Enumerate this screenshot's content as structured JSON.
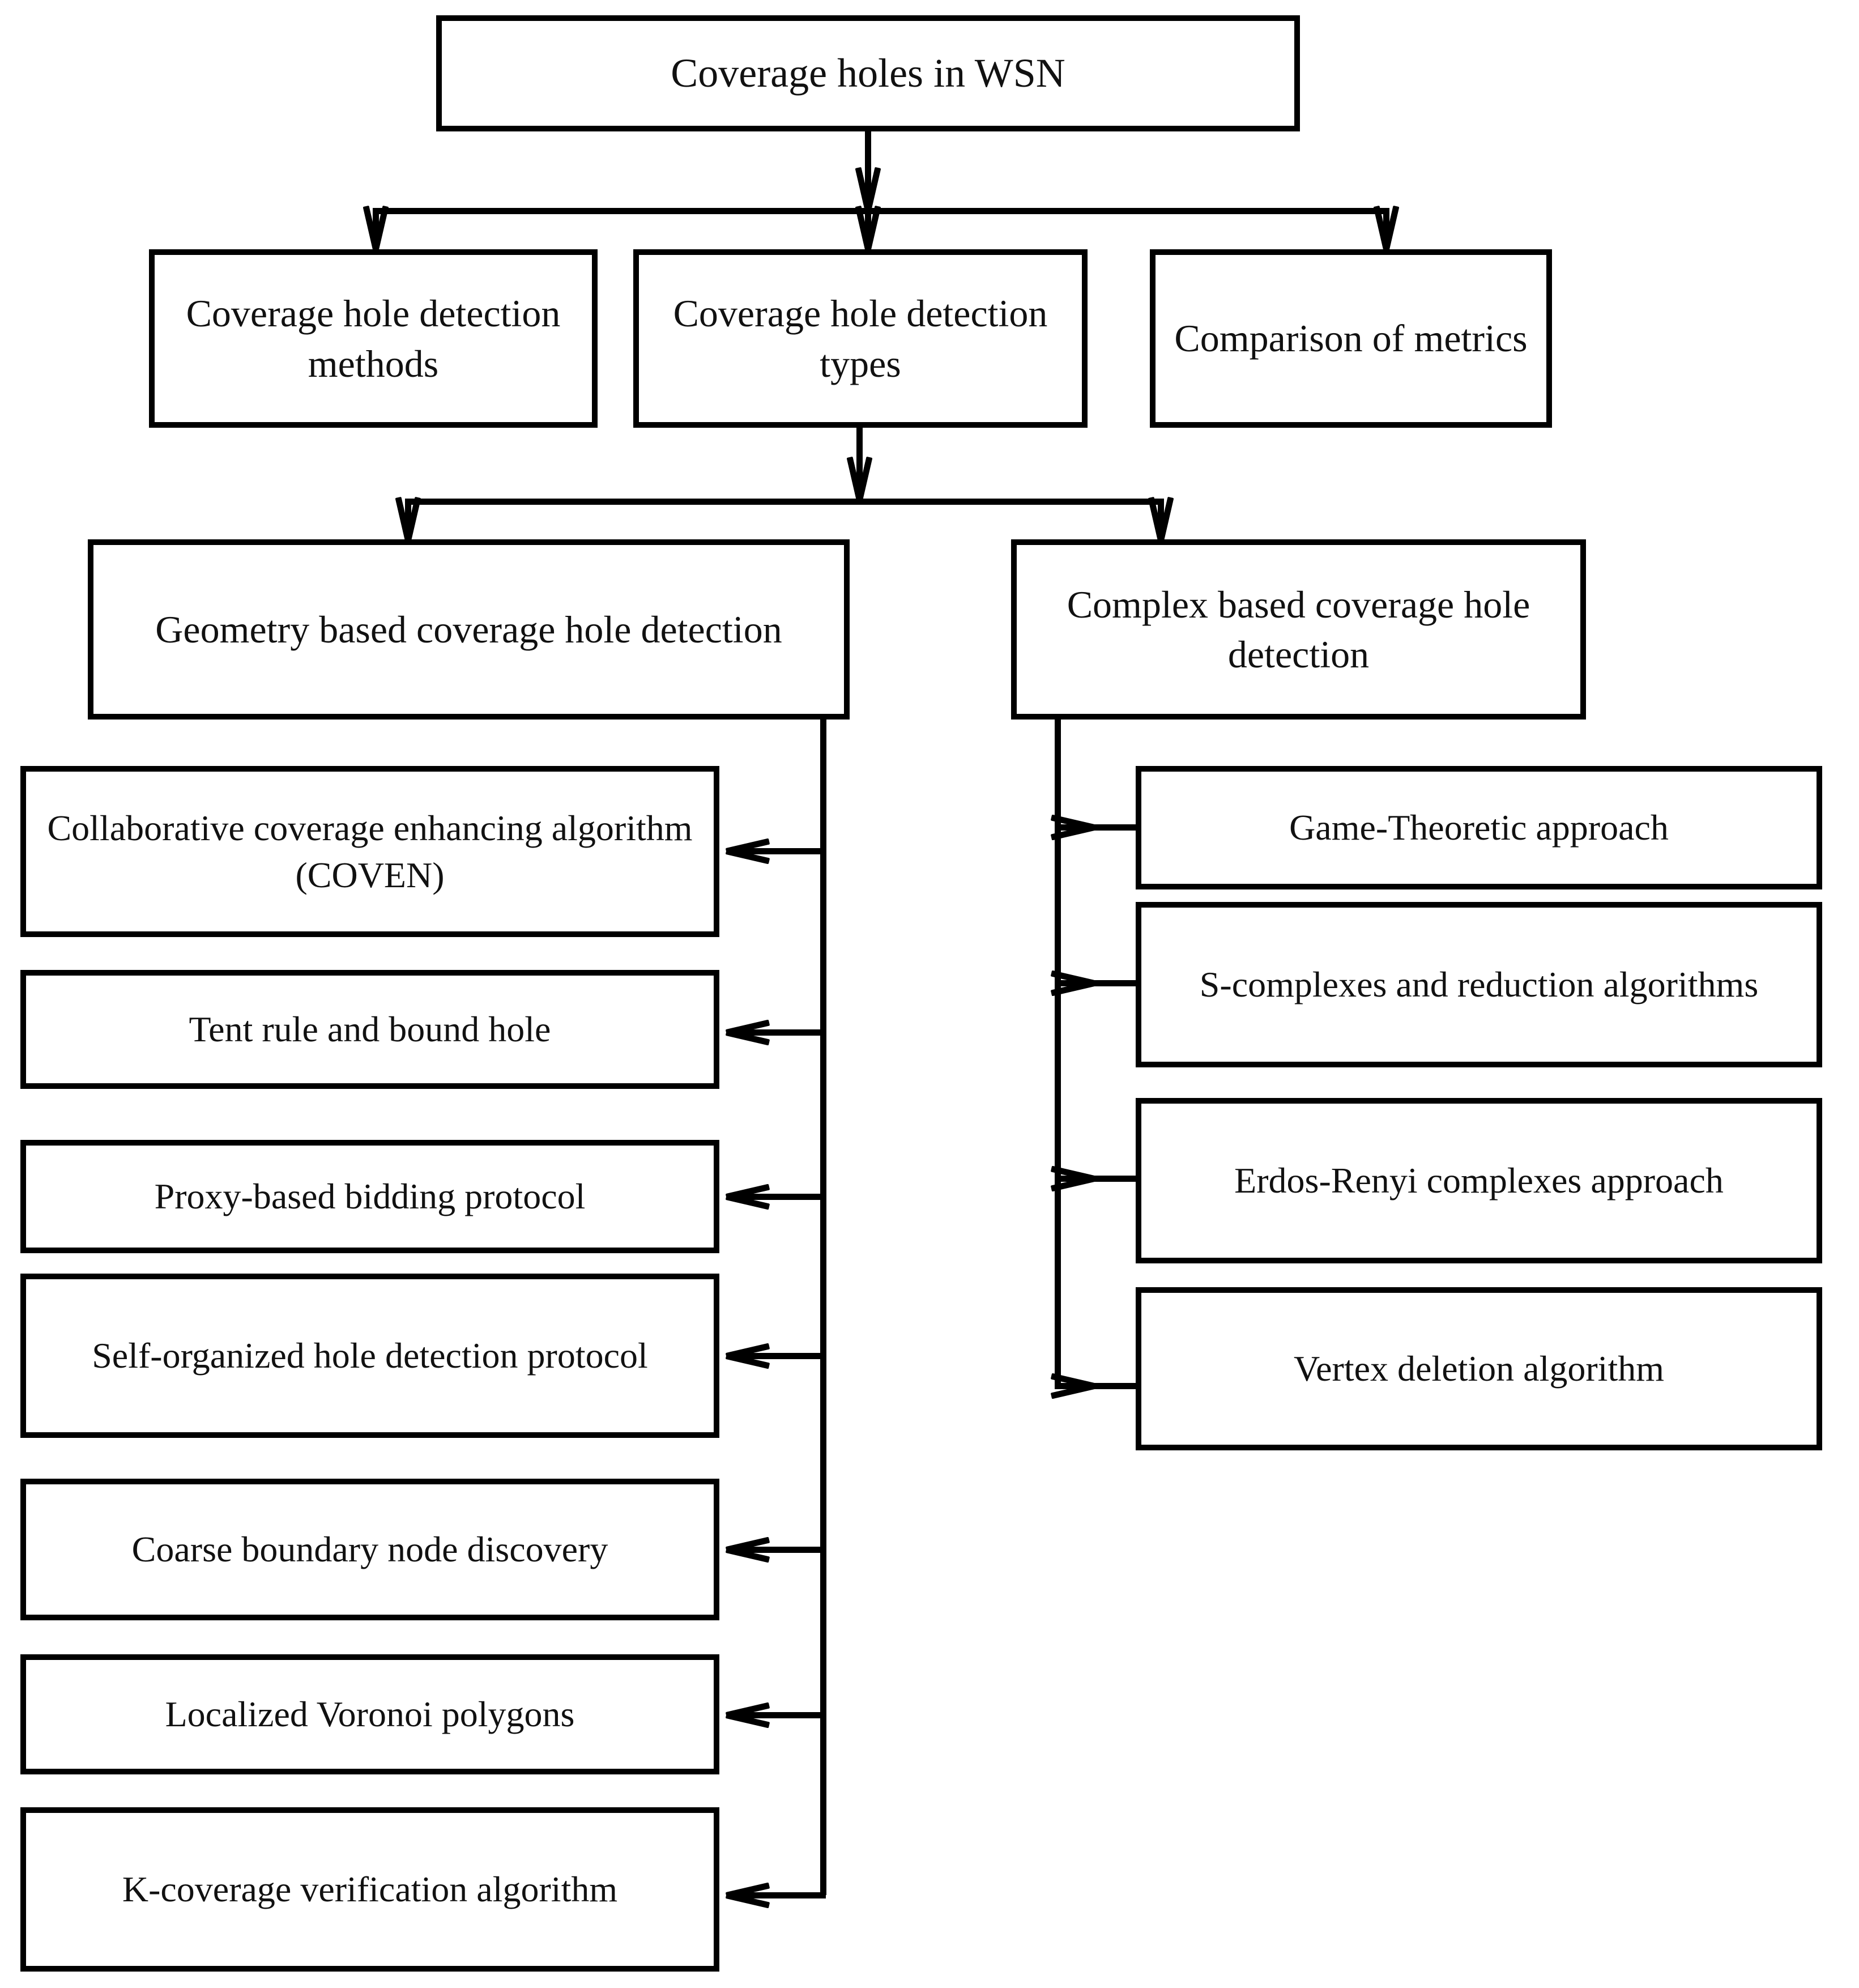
{
  "diagram": {
    "title": "Coverage holes in WSN",
    "type": "hierarchy-flowchart",
    "orientation": "top-down",
    "line_color": "#000000",
    "box_fill": "#ffffff",
    "text_color": "#111111"
  },
  "root": {
    "label": "Coverage holes in WSN"
  },
  "level2": [
    {
      "label": "Coverage hole detection methods"
    },
    {
      "label": "Coverage hole detection types"
    },
    {
      "label": "Comparison of metrics"
    }
  ],
  "level3": [
    {
      "label": "Geometry based coverage hole detection"
    },
    {
      "label": "Complex based coverage hole detection"
    }
  ],
  "geometry_children": [
    {
      "label": "Collaborative coverage enhancing algorithm (COVEN)"
    },
    {
      "label": "Tent rule and bound hole"
    },
    {
      "label": "Proxy-based bidding protocol"
    },
    {
      "label": "Self-organized hole detection protocol"
    },
    {
      "label": "Coarse boundary node discovery"
    },
    {
      "label": "Localized Voronoi polygons"
    },
    {
      "label": "K-coverage verification algorithm"
    }
  ],
  "complex_children": [
    {
      "label": "Game-Theoretic approach"
    },
    {
      "label": "S-complexes and reduction algorithms"
    },
    {
      "label": "Erdos-Renyi complexes approach"
    },
    {
      "label": "Vertex deletion algorithm"
    }
  ]
}
